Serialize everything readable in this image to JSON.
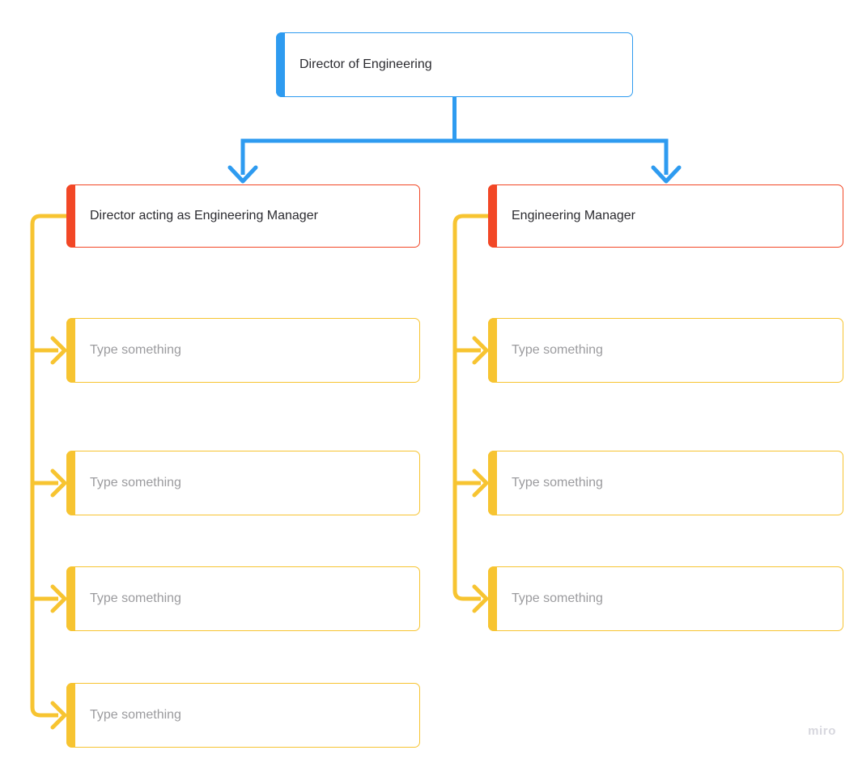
{
  "palette": {
    "blue": "#2E9BF0",
    "red": "#F24726",
    "yellow": "#F7C431",
    "node_text": "#2b2b30",
    "placeholder_text": "#9b9b9e",
    "background": "#ffffff",
    "watermark_gray": "#d7d7de"
  },
  "chart": {
    "root": {
      "label": "Director of Engineering",
      "accent": "blue"
    },
    "left_branch": {
      "manager": {
        "label": "Director acting as Engineering Manager",
        "accent": "red"
      },
      "reports": [
        {
          "placeholder": "Type something"
        },
        {
          "placeholder": "Type something"
        },
        {
          "placeholder": "Type something"
        },
        {
          "placeholder": "Type something"
        }
      ]
    },
    "right_branch": {
      "manager": {
        "label": "Engineering Manager",
        "accent": "red"
      },
      "reports": [
        {
          "placeholder": "Type something"
        },
        {
          "placeholder": "Type something"
        },
        {
          "placeholder": "Type something"
        }
      ]
    }
  },
  "watermark": "miro"
}
